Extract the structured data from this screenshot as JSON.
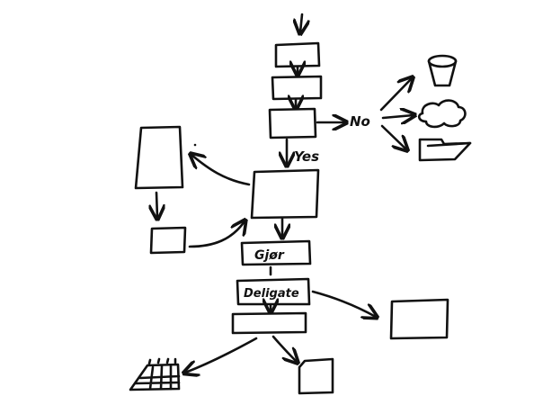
{
  "diagram": {
    "labels": {
      "yes": "Yes",
      "no": "No",
      "gjor": "Gjør",
      "delegate": "Deligate"
    },
    "colors": {
      "ink": "#111111",
      "paper": "#ffffff"
    }
  }
}
